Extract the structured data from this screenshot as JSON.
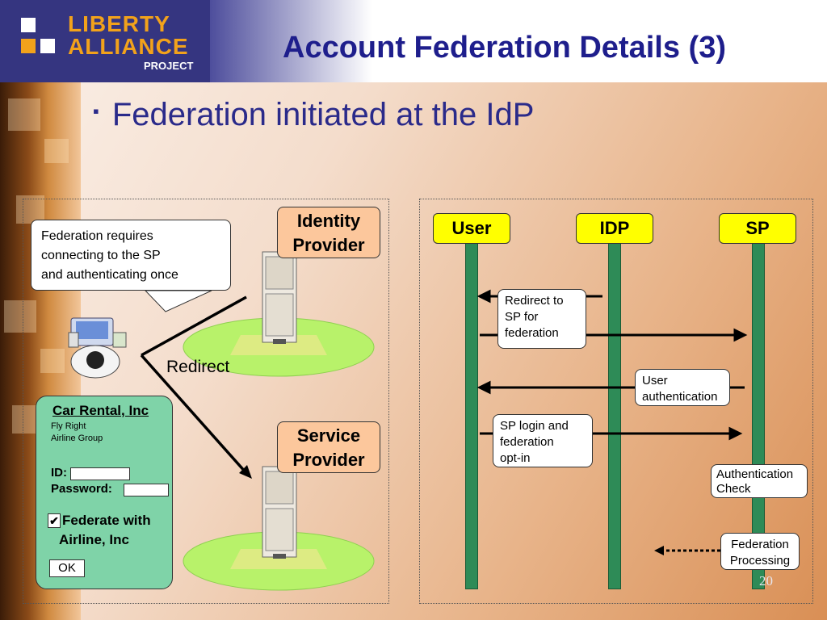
{
  "logo": {
    "line1": "LIBERTY",
    "line2": "ALLIANCE",
    "line3": "PROJECT"
  },
  "title": "Account Federation Details (3)",
  "bullet": {
    "marker": "▪",
    "text": "Federation initiated at the IdP"
  },
  "left_diagram": {
    "callout": [
      "Federation requires",
      "connecting to the SP",
      "and authenticating once"
    ],
    "idp_label": [
      "Identity",
      "Provider"
    ],
    "sp_label": [
      "Service",
      "Provider"
    ],
    "redirect_label": "Redirect",
    "form": {
      "company": "Car Rental, Inc",
      "subtitle": [
        "Fly Right",
        "Airline Group"
      ],
      "id_label": "ID:",
      "password_label": "Password:",
      "checkbox_mark": "✔",
      "federate_label": [
        "Federate with",
        "Airline, Inc"
      ],
      "ok_button": "OK"
    }
  },
  "sequence": {
    "lanes": [
      "User",
      "IDP",
      "SP"
    ],
    "notes": {
      "redirect": [
        "Redirect to",
        "SP for",
        "federation"
      ],
      "user_auth": [
        "User",
        "authentication"
      ],
      "sp_login": [
        "SP login and",
        "federation",
        "opt-in"
      ],
      "auth_check": [
        "Authentication",
        "Check"
      ],
      "fed_processing": [
        "Federation",
        "Processing"
      ]
    }
  },
  "page_number": "20",
  "colors": {
    "title": "#1e1e8c",
    "lane_head": "#ffff00",
    "lifeline": "#2e8b57",
    "provider_label": "#fcc79c",
    "form": "#7fd3a8",
    "logo_orange": "#f2a21b"
  }
}
